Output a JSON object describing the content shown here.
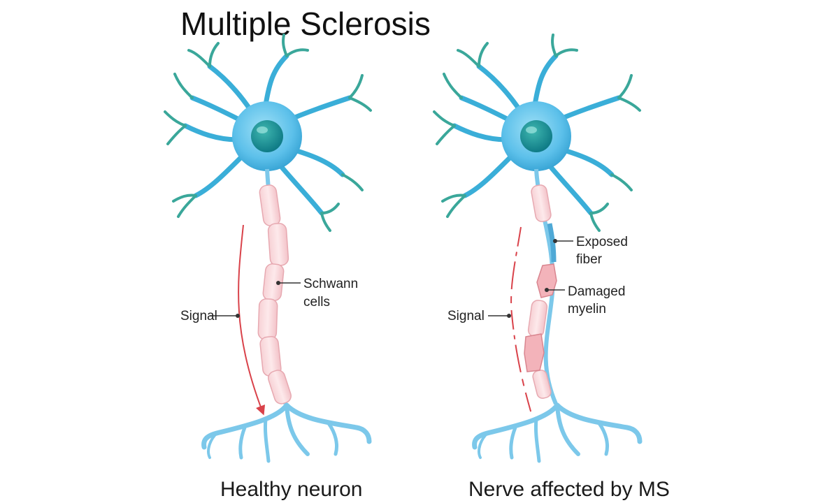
{
  "title": "Multiple Sclerosis",
  "colors": {
    "dendrite": "#3aaed8",
    "dendrite_dark": "#3aa79a",
    "soma": "#62c3ea",
    "nucleus": "#1f8f95",
    "myelin_fill": "#fbe0e2",
    "myelin_stroke": "#e7a9b1",
    "damaged_myelin": "#ef9ea6",
    "signal": "#d9424a",
    "axon": "#7cc8ea"
  },
  "healthy": {
    "caption": "Healthy neuron",
    "labels": {
      "signal": "Signal",
      "schwann_line1": "Schwann",
      "schwann_line2": "cells"
    }
  },
  "ms": {
    "caption": "Nerve affected by MS",
    "labels": {
      "signal": "Signal",
      "exposed_line1": "Exposed",
      "exposed_line2": "fiber",
      "damaged_line1": "Damaged",
      "damaged_line2": "myelin"
    }
  }
}
